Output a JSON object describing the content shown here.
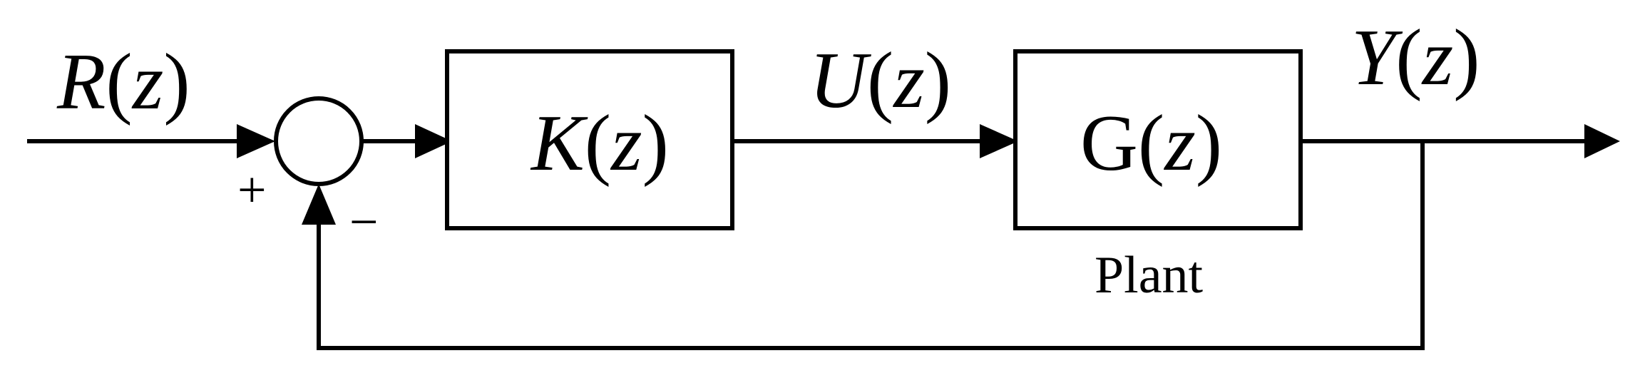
{
  "signals": {
    "reference": {
      "name": "R",
      "arg": "z"
    },
    "control": {
      "name": "U",
      "arg": "z"
    },
    "output": {
      "name": "Y",
      "arg": "z"
    }
  },
  "blocks": {
    "controller": {
      "name": "K",
      "arg": "z"
    },
    "plant": {
      "name": "G",
      "arg": "z",
      "caption": "Plant"
    }
  },
  "summing_junction": {
    "plus_sign": "+",
    "minus_sign": "−"
  }
}
